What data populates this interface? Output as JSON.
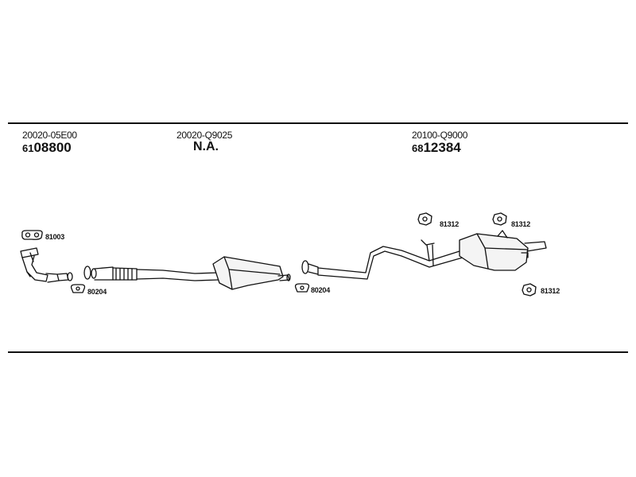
{
  "parts": [
    {
      "part_no": "20020-05E00",
      "code_prefix": "61",
      "code_main": "08800"
    },
    {
      "part_no": "20020-Q9025",
      "code_text": "N.A."
    },
    {
      "part_no": "20100-Q9000",
      "code_prefix": "68",
      "code_main": "12384"
    }
  ],
  "callouts": {
    "gasket_front": "81003",
    "clamp_1": "80204",
    "clamp_2": "80204",
    "hanger_1": "81312",
    "hanger_2": "81312",
    "hanger_3": "81312"
  }
}
